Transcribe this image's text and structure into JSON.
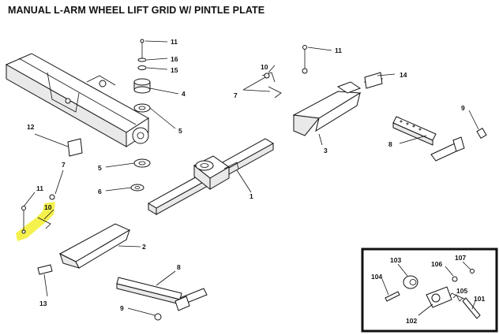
{
  "title": "MANUAL L-ARM WHEEL LIFT GRID W/ PINTLE PLATE",
  "callouts": {
    "c11a": "11",
    "c16": "16",
    "c15": "15",
    "c4": "4",
    "c5a": "5",
    "c10a": "10",
    "c11b": "11",
    "c7a": "7",
    "c14": "14",
    "c9a": "9",
    "c3": "3",
    "c8a": "8",
    "c12": "12",
    "c5b": "5",
    "c6": "6",
    "c1": "1",
    "c7b": "7",
    "c11c": "11",
    "c10b": "10",
    "c2": "2",
    "c8b": "8",
    "c13": "13",
    "c9b": "9"
  },
  "inset": {
    "c103": "103",
    "c106": "106",
    "c107": "107",
    "c104": "104",
    "c105": "105",
    "c101": "101",
    "c102": "102"
  },
  "highlight_color": "#f2ee2e"
}
